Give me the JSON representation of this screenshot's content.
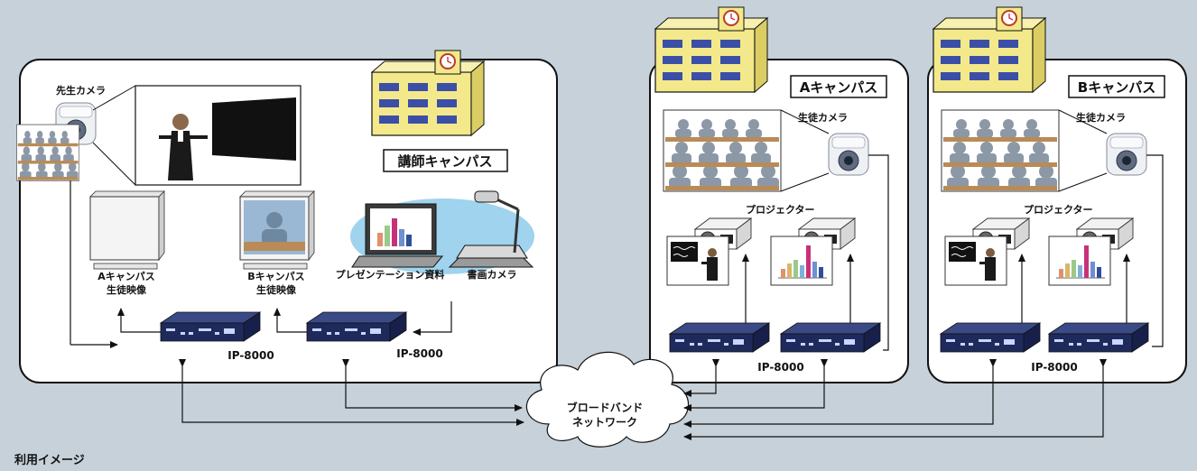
{
  "caption": "利用イメージ",
  "colors": {
    "background": "#c6d1d9",
    "panel": "#ffffff",
    "device": "#1f2a5c",
    "building": "#f3e98a",
    "window": "#3b4fa6",
    "oval": "#9fd3ee"
  },
  "instructor_campus": {
    "name": "講師キャンパス",
    "teacher_camera": "先生カメラ",
    "monitor_a": [
      "Aキャンパス",
      "生徒映像"
    ],
    "monitor_b": [
      "Bキャンパス",
      "生徒映像"
    ],
    "presentation": "プレゼンテーション資料",
    "document_camera": "書画カメラ",
    "codec_1": "IP-8000",
    "codec_2": "IP-8000"
  },
  "campus_a": {
    "name": "Aキャンパス",
    "student_camera": "生徒カメラ",
    "projector": "プロジェクター",
    "codec": "IP-8000"
  },
  "campus_b": {
    "name": "Bキャンパス",
    "student_camera": "生徒カメラ",
    "projector": "プロジェクター",
    "codec": "IP-8000"
  },
  "network": [
    "ブロードバンド",
    "ネットワーク"
  ]
}
